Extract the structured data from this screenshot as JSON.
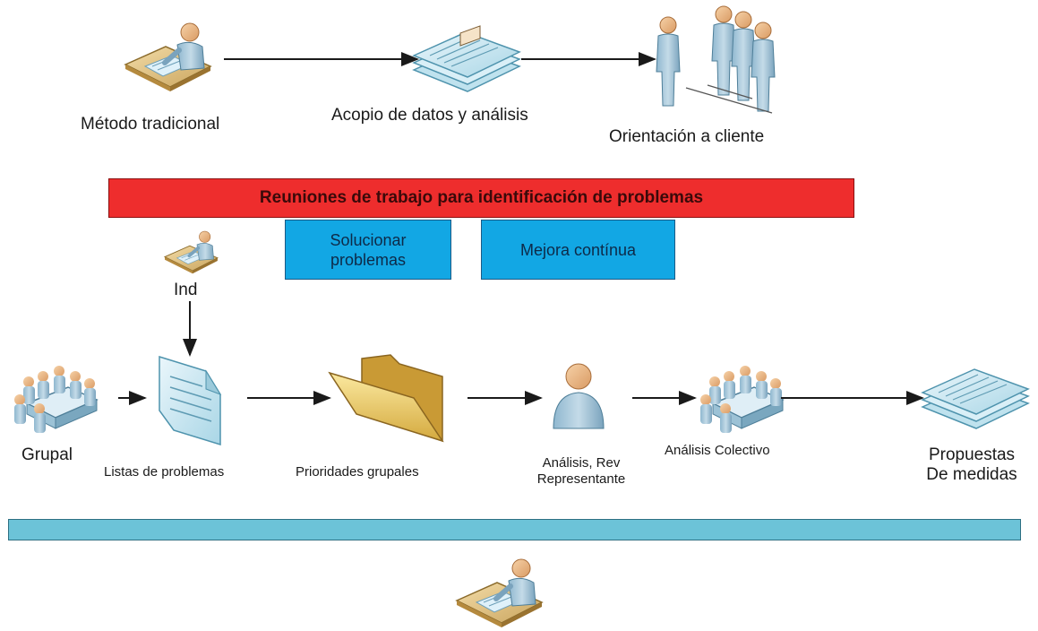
{
  "top_flow": {
    "metodo_label": "Método tradicional",
    "acopio_label": "Acopio de datos y análisis",
    "orientacion_label": "Orientación a cliente"
  },
  "meeting_banner": {
    "title": "Reuniones de trabajo para identificación de problemas",
    "color": "#ee2d2d"
  },
  "subprocesses": [
    {
      "label": "Solucionar\nproblemas"
    },
    {
      "label": "Mejora contínua"
    }
  ],
  "subprocess_color": "#12a7e4",
  "individual": {
    "label": "Ind"
  },
  "bottom_flow": {
    "grupal_label": "Grupal",
    "listas_label": "Listas de problemas",
    "prioridades_label": "Prioridades grupales",
    "analisis_rev_label": "Análisis, Rev\nRepresentante",
    "analisis_colectivo_label": "Análisis Colectivo",
    "propuestas_label": "Propuestas\nDe medidas"
  },
  "bottom_bar_color": "#6cc3d8",
  "icons": {
    "person_at_desk": "person-at-desk-icon",
    "documents_stack": "documents-stack-icon",
    "group_people": "people-group-icon",
    "meeting_table": "meeting-table-icon",
    "document": "document-icon",
    "folder": "folder-icon",
    "single_person": "person-icon"
  }
}
